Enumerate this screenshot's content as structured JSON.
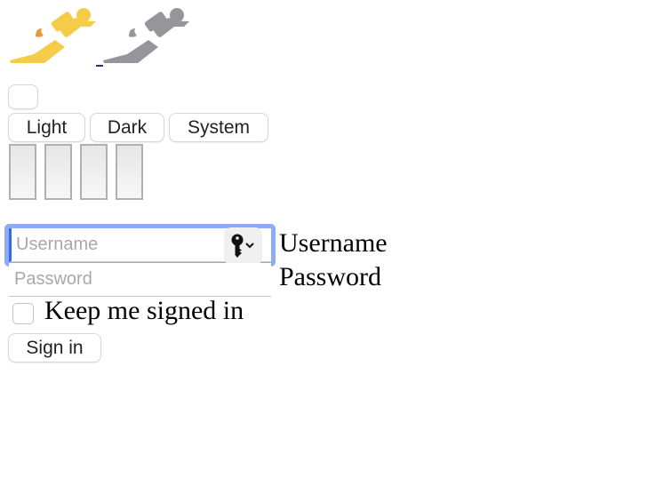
{
  "theme_buttons": [
    {
      "label": "Light"
    },
    {
      "label": "Dark"
    },
    {
      "label": "System"
    }
  ],
  "form": {
    "username_placeholder": "Username",
    "password_placeholder": "Password",
    "username_label": "Username",
    "password_label": "Password",
    "keep_signed_in_label": "Keep me signed in",
    "sign_in_label": "Sign in"
  },
  "colors": {
    "logo_color": "#f5cb4a",
    "logo_accent": "#e59a3b",
    "logo_gray": "#96969a",
    "focus_ring": "#8eabf5",
    "link": "#4b1c8f"
  }
}
